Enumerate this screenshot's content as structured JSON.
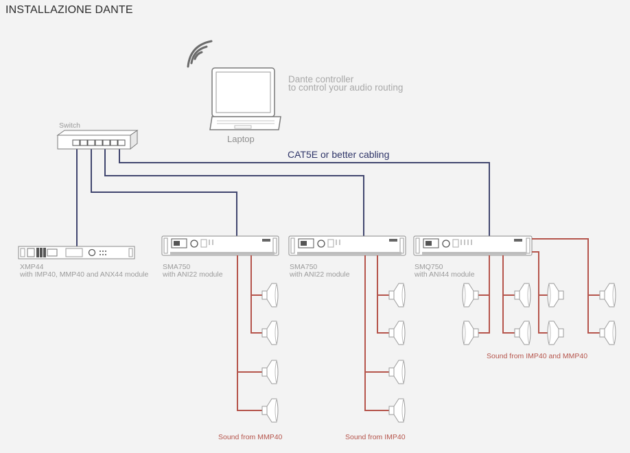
{
  "title": "INSTALLAZIONE DANTE",
  "laptop": {
    "label": "Laptop",
    "controller_line1": "Dante controller",
    "controller_line2": "to control your audio routing"
  },
  "switch": {
    "label": "Switch"
  },
  "cabling": {
    "label": "CAT5E or better cabling"
  },
  "devices": [
    {
      "name": "XMP44",
      "module": "with IMP40, MMP40 and ANX44 module"
    },
    {
      "name": "SMA750",
      "module": "with ANI22 module"
    },
    {
      "name": "SMA750",
      "module": "with ANI22 module"
    },
    {
      "name": "SMQ750",
      "module": "with ANI44 module"
    }
  ],
  "sound_labels": {
    "amp1": "Sound from MMP40",
    "amp2": "Sound from IMP40",
    "amp3": "Sound from IMP40 and MMP40"
  },
  "colors": {
    "network_cable": "#40456e",
    "speaker_cable": "#b5544b",
    "device_outline": "#8a8a8a"
  }
}
